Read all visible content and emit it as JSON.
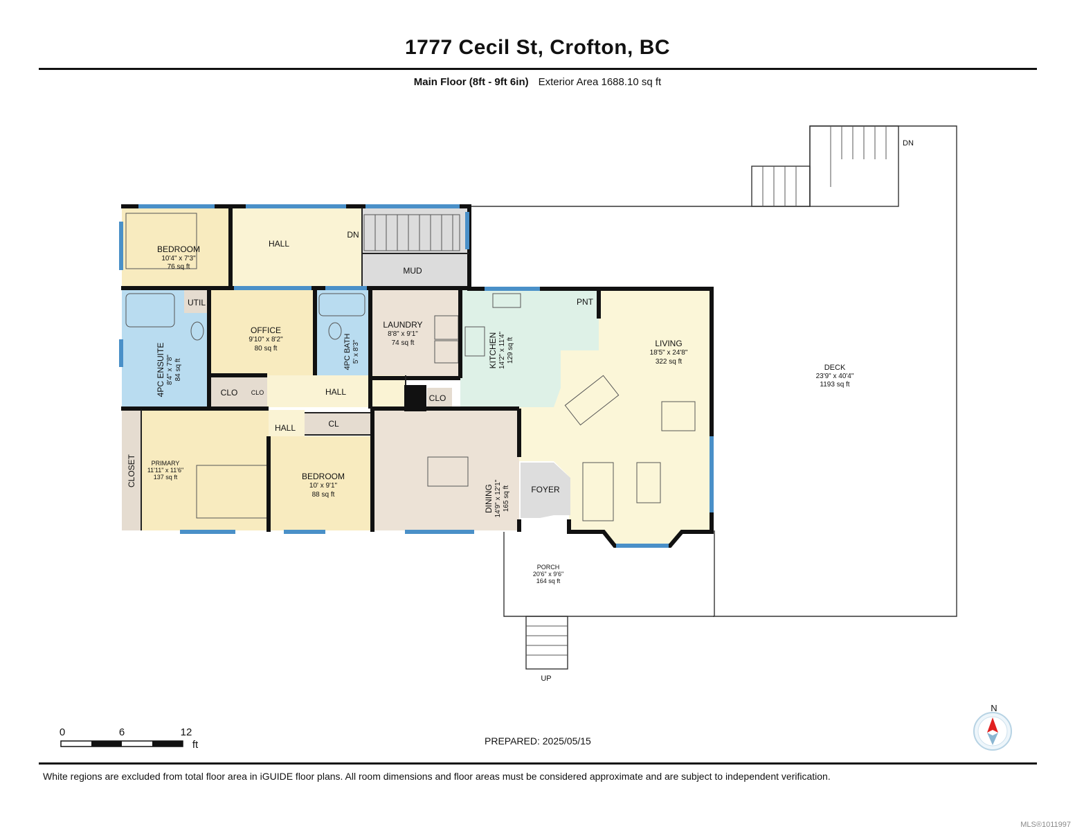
{
  "title": "1777 Cecil St, Crofton, BC",
  "subtitle": {
    "floor": "Main Floor (8ft - 9ft 6in)",
    "area": "Exterior Area 1688.10 sq ft"
  },
  "rooms": {
    "bedroom1": {
      "name": "BEDROOM",
      "dims": "10'4\" x 7'3\"",
      "area": "76 sq ft"
    },
    "hall_top": {
      "name": "HALL"
    },
    "dn_top": "DN",
    "mud": {
      "name": "MUD"
    },
    "util": {
      "name": "UTIL"
    },
    "office": {
      "name": "OFFICE",
      "dims": "9'10\" x 8'2\"",
      "area": "80 sq ft"
    },
    "bath": {
      "name": "4PC BATH",
      "dims": "5' x 8'3\""
    },
    "laundry": {
      "name": "LAUNDRY",
      "dims": "8'8\" x 9'1\"",
      "area": "74 sq ft"
    },
    "kitchen": {
      "name": "KITCHEN",
      "dims": "14'2\" x 11'4\"",
      "area": "129 sq ft"
    },
    "pnt": {
      "name": "PNT"
    },
    "living": {
      "name": "LIVING",
      "dims": "18'5\" x 24'8\"",
      "area": "322 sq ft"
    },
    "deck": {
      "name": "DECK",
      "dims": "23'9\" x 40'4\"",
      "area": "1193 sq ft"
    },
    "dn_deck": "DN",
    "ensuite": {
      "name": "4PC ENSUITE",
      "dims": "8'4\" x 7'8\"",
      "area": "84 sq ft"
    },
    "clo1": {
      "name": "CLO"
    },
    "clo2": {
      "name": "CLO"
    },
    "hall_mid": {
      "name": "HALL"
    },
    "clo3": {
      "name": "CLO"
    },
    "hall_small": {
      "name": "HALL"
    },
    "cl": {
      "name": "CL"
    },
    "closet": {
      "name": "CLOSET"
    },
    "primary": {
      "name": "PRIMARY",
      "dims": "11'11\" x 11'6\"",
      "area": "137 sq ft"
    },
    "bedroom2": {
      "name": "BEDROOM",
      "dims": "10' x 9'1\"",
      "area": "88 sq ft"
    },
    "dining": {
      "name": "DINING",
      "dims": "14'9\" x 12'1\"",
      "area": "165 sq ft"
    },
    "foyer": {
      "name": "FOYER"
    },
    "porch": {
      "name": "PORCH",
      "dims": "20'6\" x 9'6\"",
      "area": "164 sq ft"
    },
    "up": "UP"
  },
  "scale": {
    "labels": [
      "0",
      "6",
      "12"
    ],
    "unit": "ft"
  },
  "compass": {
    "north": "N"
  },
  "prepared": "PREPARED: 2025/05/15",
  "footer_note": "White regions are excluded from total floor area in iGUIDE floor plans. All room dimensions and floor areas must be considered approximate and are subject to independent verification.",
  "mls": "MLS®1011997",
  "colors": {
    "wall": "#111111",
    "window": "#4a90c8",
    "bedroom": "#f8ebbf",
    "hall": "#faf3d4",
    "bath": "#b9dcf0",
    "laundry": "#ece2d6",
    "kitchen": "#def1e7",
    "mud": "#dcdcdc",
    "closet": "#e5dcd0",
    "living": "#fbf6d8",
    "foyer": "#dddddd",
    "compass_arrow": "#e02020"
  }
}
